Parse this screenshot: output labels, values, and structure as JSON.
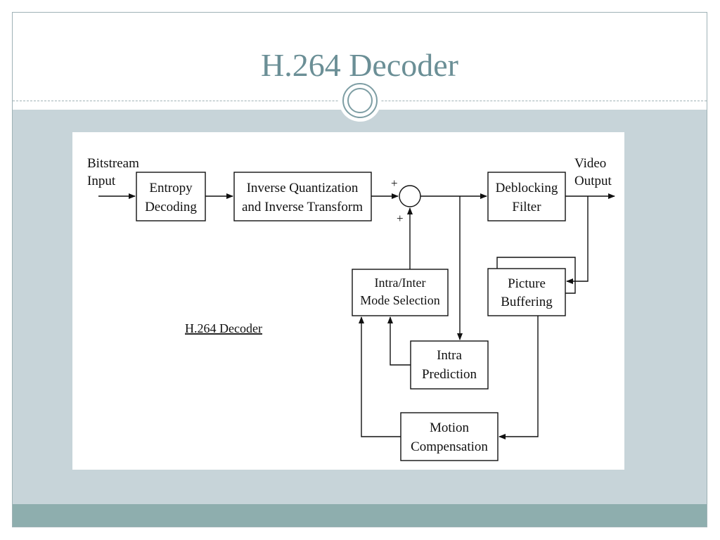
{
  "slide": {
    "title": "H.264 Decoder"
  },
  "diagram": {
    "caption": "H.264 Decoder",
    "input_label": [
      "Bitstream",
      "Input"
    ],
    "output_label": [
      "Video",
      "Output"
    ],
    "blocks": {
      "entropy_decoding": [
        "Entropy",
        "Decoding"
      ],
      "inverse_quant": [
        "Inverse Quantization",
        "and Inverse Transform"
      ],
      "deblocking_filter": [
        "Deblocking",
        "Filter"
      ],
      "intra_inter": [
        "Intra/Inter",
        "Mode Selection"
      ],
      "picture_buffering": [
        "Picture",
        "Buffering"
      ],
      "intra_prediction": [
        "Intra",
        "Prediction"
      ],
      "motion_compensation": [
        "Motion",
        "Compensation"
      ]
    },
    "sum_signs": {
      "top": "+",
      "bottom": "+"
    }
  },
  "colors": {
    "title": "#6b8f96",
    "content_background": "#c7d4d9",
    "footer_band": "#8eaeae",
    "diagram_stroke": "#111111"
  }
}
